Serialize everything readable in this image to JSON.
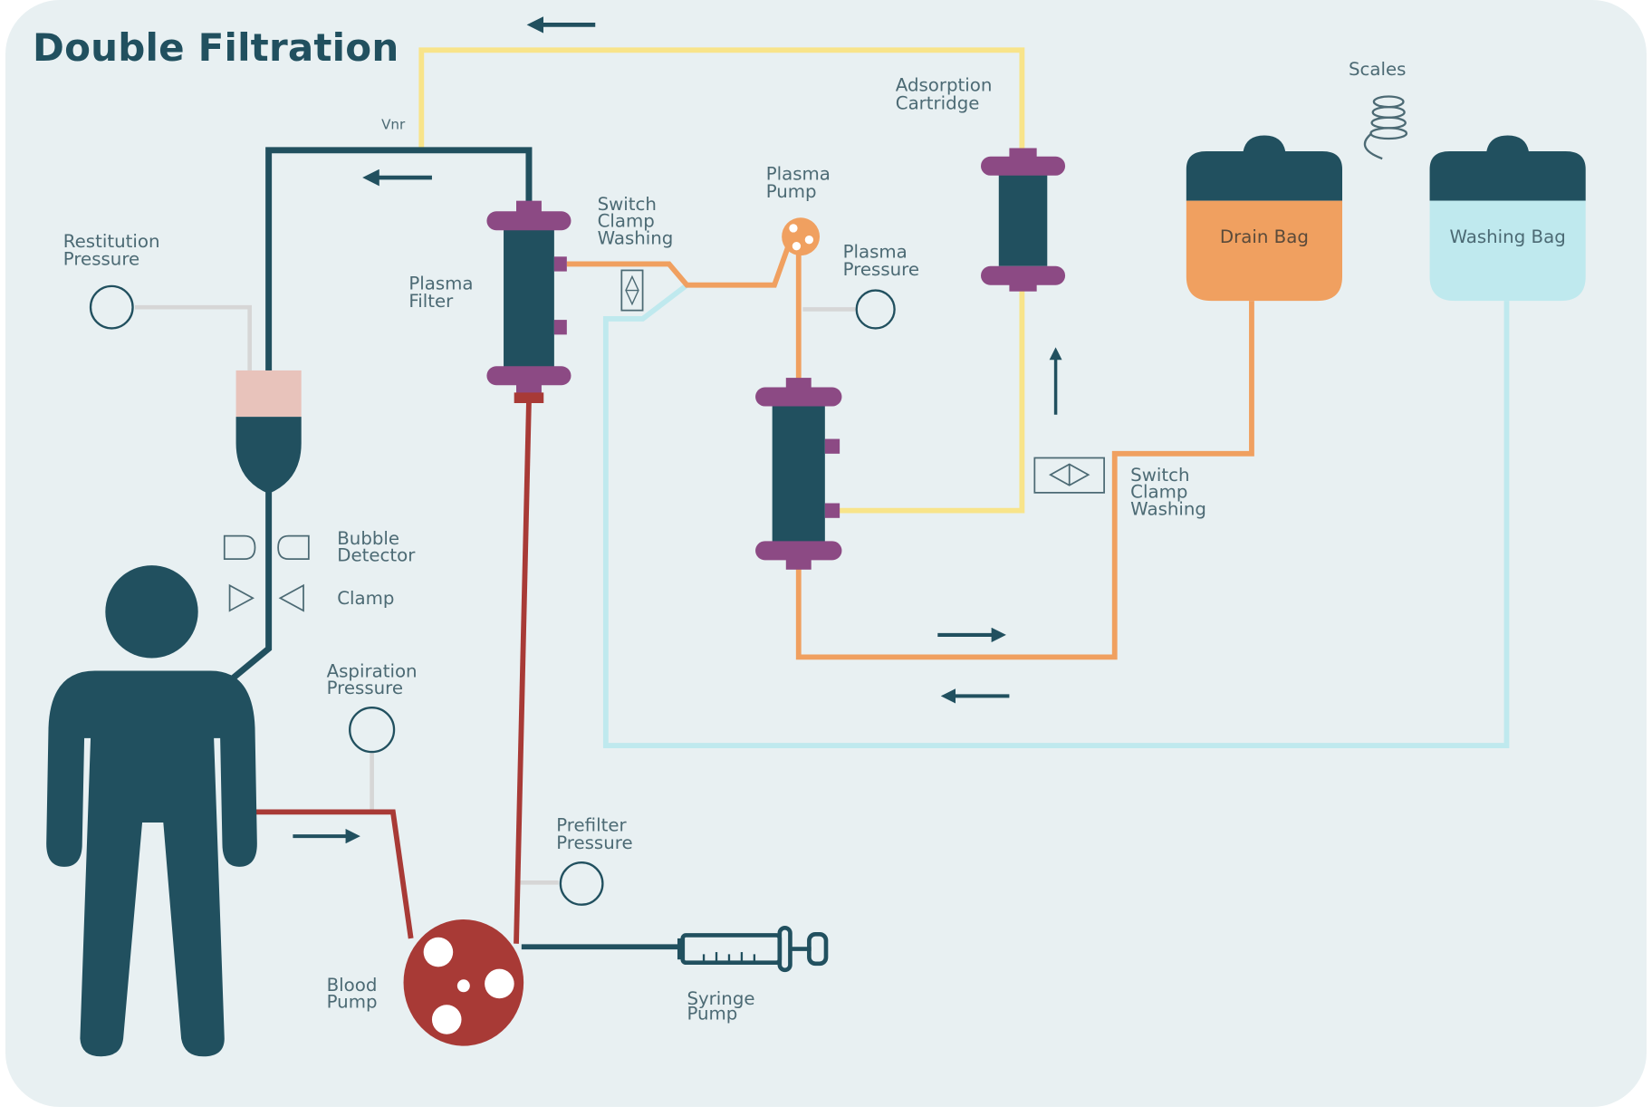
{
  "title": "Double Filtration",
  "labels": {
    "vnr": "Vnr",
    "restitution_pressure": [
      "Restitution",
      "Pressure"
    ],
    "plasma_filter": [
      "Plasma",
      "Filter"
    ],
    "switch_clamp_washing_1": [
      "Switch",
      "Clamp",
      "Washing"
    ],
    "plasma_pump": [
      "Plasma",
      "Pump"
    ],
    "plasma_pressure": [
      "Plasma",
      "Pressure"
    ],
    "adsorption_cartridge": [
      "Adsorption",
      "Cartridge"
    ],
    "scales": "Scales",
    "drain_bag": "Drain Bag",
    "washing_bag": "Washing Bag",
    "switch_clamp_washing_2": [
      "Switch",
      "Clamp",
      "Washing"
    ],
    "bubble_detector": [
      "Bubble",
      "Detector"
    ],
    "clamp": "Clamp",
    "aspiration_pressure": [
      "Aspiration",
      "Pressure"
    ],
    "prefilter_pressure": [
      "Prefilter",
      "Pressure"
    ],
    "blood_pump": [
      "Blood",
      "Pump"
    ],
    "syringe_pump": [
      "Syringe",
      "Pump"
    ]
  },
  "colors": {
    "background": "#e8f0f2",
    "dark_teal": "#21505f",
    "blood_red": "#a83a36",
    "plasma_orange": "#f0a060",
    "yellow_line": "#f8e48a",
    "washing_cyan": "#bfe9ee",
    "filter_cap_purple": "#8c4a84",
    "pressure_gray": "#d6d6d6",
    "drip_pink": "#e8c3bb"
  }
}
